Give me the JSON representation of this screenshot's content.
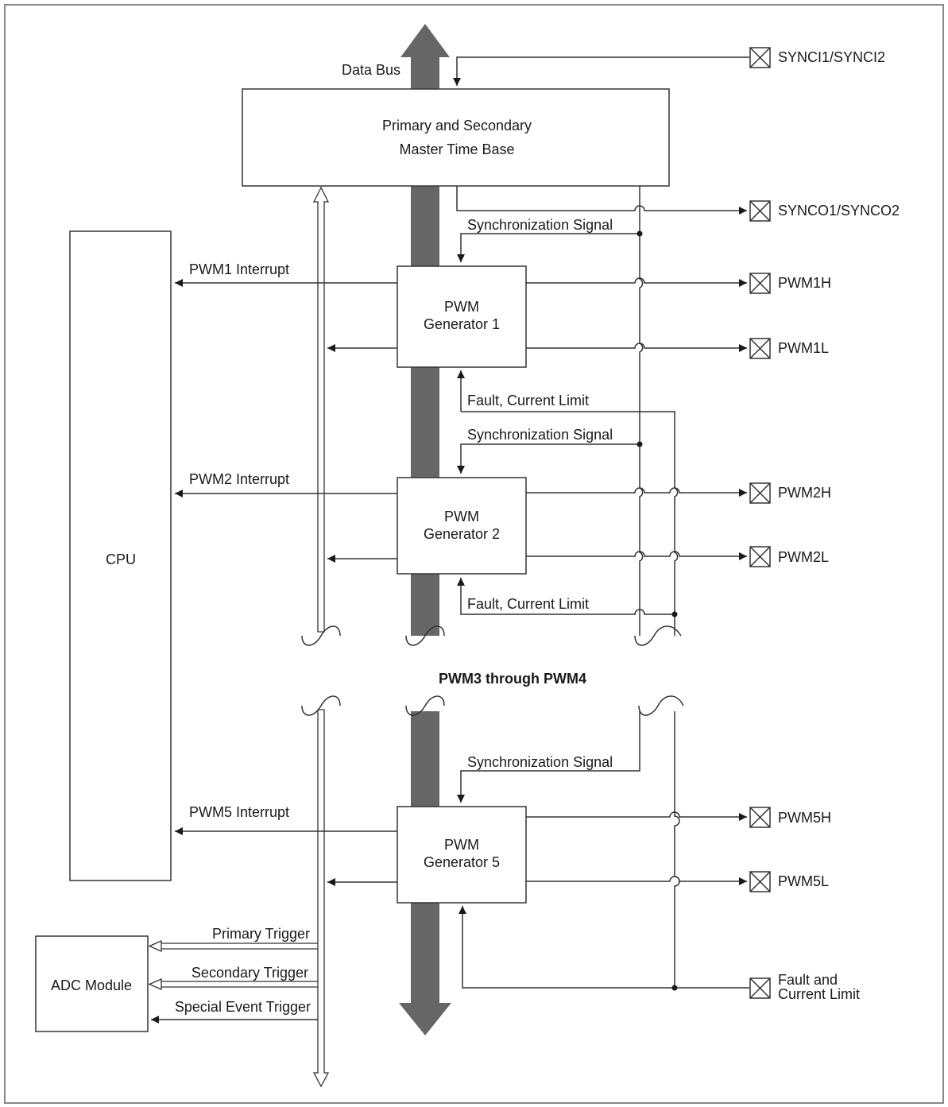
{
  "diagram": {
    "data_bus_label": "Data Bus",
    "time_base_line1": "Primary and Secondary",
    "time_base_line2": "Master Time Base",
    "cpu_label": "CPU",
    "adc_label": "ADC Module",
    "section_break_label": "PWM3 through PWM4",
    "sync_signal_label": "Synchronization Signal",
    "fault_label": "Fault, Current Limit",
    "generators": [
      {
        "line1": "PWM",
        "line2": "Generator 1",
        "interrupt": "PWM1 Interrupt",
        "pin_h": "PWM1H",
        "pin_l": "PWM1L"
      },
      {
        "line1": "PWM",
        "line2": "Generator 2",
        "interrupt": "PWM2 Interrupt",
        "pin_h": "PWM2H",
        "pin_l": "PWM2L"
      },
      {
        "line1": "PWM",
        "line2": "Generator 5",
        "interrupt": "PWM5 Interrupt",
        "pin_h": "PWM5H",
        "pin_l": "PWM5L"
      }
    ],
    "pins": {
      "sync_in": "SYNCI1/SYNCI2",
      "sync_out": "SYNCO1/SYNCO2",
      "fault_line1": "Fault and",
      "fault_line2": "Current Limit"
    },
    "triggers": {
      "primary": "Primary Trigger",
      "secondary": "Secondary Trigger",
      "special": "Special Event Trigger"
    },
    "colors": {
      "bus": "#666666",
      "line": "#333333",
      "frame": "#888888"
    }
  }
}
